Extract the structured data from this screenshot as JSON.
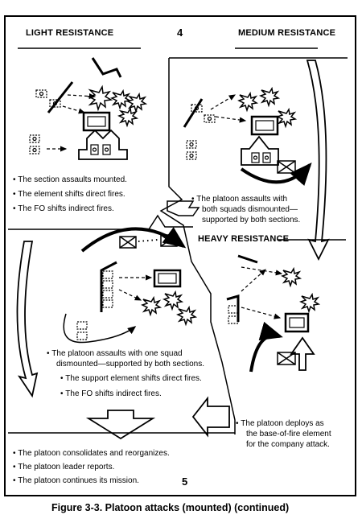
{
  "page_number_top": "4",
  "page_number_bottom": "5",
  "headers": {
    "light": "LIGHT RESISTANCE",
    "medium": "MEDIUM RESISTANCE",
    "heavy": "HEAVY RESISTANCE"
  },
  "light_notes": [
    "The section assaults mounted.",
    "The element shifts direct fires.",
    "The FO shifts indirect fires."
  ],
  "medium_note": [
    "The platoon assaults with",
    "both squads dismounted—",
    "supported by both sections."
  ],
  "heavy_notes": {
    "main_line1": "The platoon assaults with one squad",
    "main_line2": "dismounted—supported by both sections.",
    "sub": [
      "The support element shifts direct fires.",
      "The FO shifts indirect fires."
    ]
  },
  "base_of_fire_note": [
    "The platoon deploys as",
    "the base-of-fire element",
    "for the company attack."
  ],
  "consolidate_notes": [
    "The platoon consolidates and reorganizes.",
    "The platoon leader reports.",
    "The platoon continues its mission."
  ],
  "caption": "Figure 3-3. Platoon attacks (mounted) (continued)"
}
